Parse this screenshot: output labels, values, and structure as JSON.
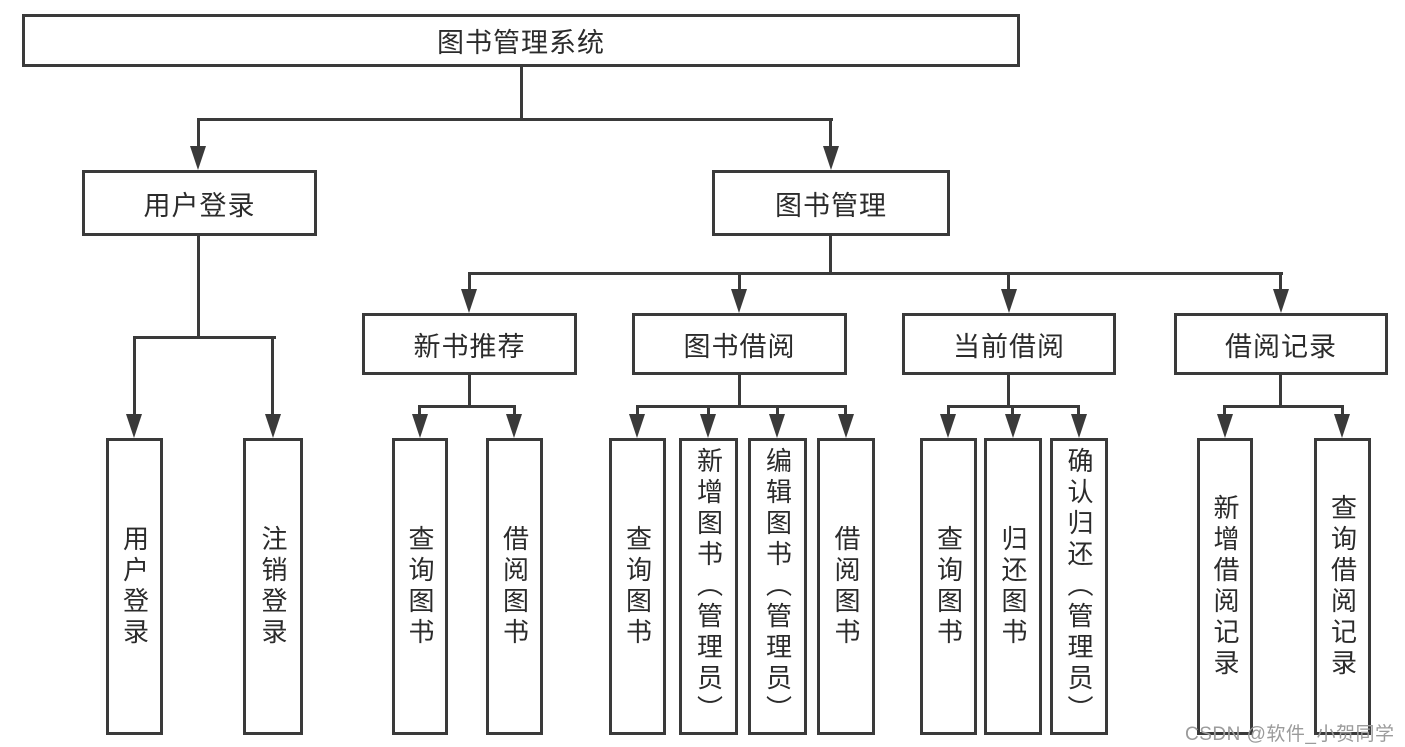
{
  "colors": {
    "background": "#ffffff",
    "line": "#3a3a3a",
    "box_border": "#3a3a3a",
    "text": "#2b2b2b",
    "watermark": "#9b9b9b"
  },
  "diagram": {
    "root": {
      "label": "图书管理系统"
    },
    "level2": [
      {
        "id": "user-login",
        "label": "用户登录"
      },
      {
        "id": "book-management",
        "label": "图书管理"
      }
    ],
    "level3": [
      {
        "id": "new-book-recommend",
        "label": "新书推荐"
      },
      {
        "id": "book-borrowing",
        "label": "图书借阅"
      },
      {
        "id": "current-borrowing",
        "label": "当前借阅"
      },
      {
        "id": "borrowing-records",
        "label": "借阅记录"
      }
    ],
    "leaves": {
      "user_login": [
        {
          "label": "用户登录"
        },
        {
          "label": "注销登录"
        }
      ],
      "new_book_recommend": [
        {
          "label": "查询图书"
        },
        {
          "label": "借阅图书"
        }
      ],
      "book_borrowing": [
        {
          "label": "查询图书"
        },
        {
          "label": "新增图书（管理员）"
        },
        {
          "label": "编辑图书（管理员）"
        },
        {
          "label": "借阅图书"
        }
      ],
      "current_borrowing": [
        {
          "label": "查询图书"
        },
        {
          "label": "归还图书"
        },
        {
          "label": "确认归还（管理员）"
        }
      ],
      "borrowing_records": [
        {
          "label": "新增借阅记录"
        },
        {
          "label": "查询借阅记录"
        }
      ]
    }
  },
  "watermark": {
    "text": "CSDN @软件_小贺同学"
  }
}
